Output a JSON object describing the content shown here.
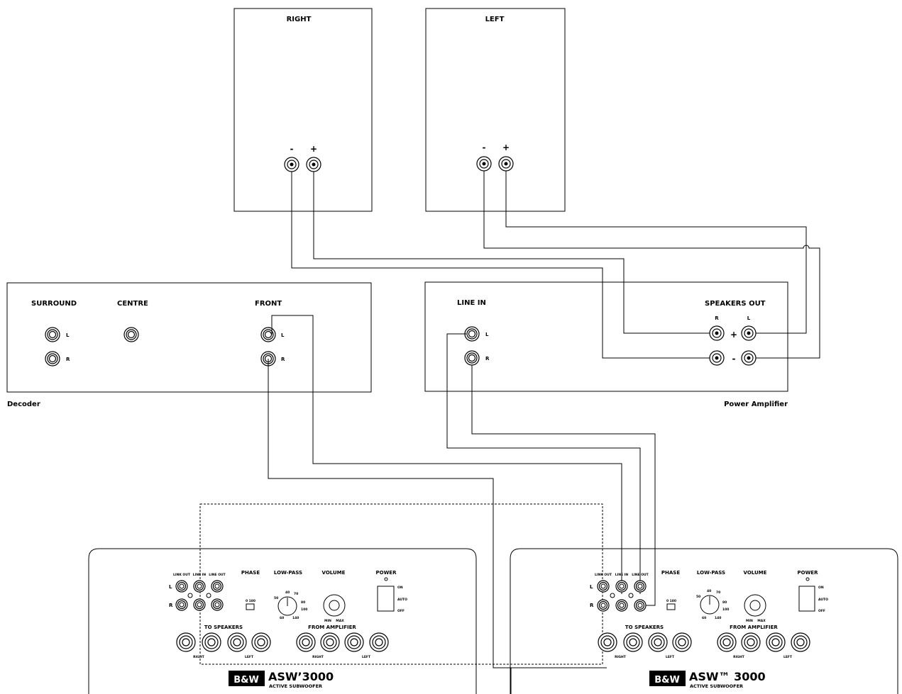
{
  "speakers": {
    "right_title": "RIGHT",
    "left_title": "LEFT",
    "minus": "-",
    "plus": "+"
  },
  "decoder": {
    "name": "Decoder",
    "surround": "SURROUND",
    "centre": "CENTRE",
    "front": "FRONT",
    "l": "L",
    "r": "R"
  },
  "amplifier": {
    "name": "Power Amplifier",
    "line_in": "LINE IN",
    "speakers_out": "SPEAKERS OUT",
    "l": "L",
    "r": "R",
    "plus": "+",
    "minus": "-"
  },
  "subwoofer_left": {
    "link_out": "LINK OUT",
    "line_in": "LINE IN",
    "link_out2": "LINE OUT",
    "l": "L",
    "r": "R",
    "phase": "PHASE",
    "phase_scale": "0  180",
    "low_pass": "LOW-PASS",
    "low_pass_ticks": [
      "40",
      "70",
      "50",
      "80",
      "100",
      "60",
      "140"
    ],
    "volume": "VOLUME",
    "min": "MIN",
    "max": "MAX",
    "power": "POWER",
    "on": "ON",
    "auto": "AUTO",
    "off": "OFF",
    "to_speakers": "TO SPEAKERS",
    "from_amplifier": "FROM AMPLIFIER",
    "right": "RIGHT",
    "left": "LEFT",
    "logo": "B&W",
    "model": "ASW’3000",
    "subtitle": "ACTIVE SUBWOOFER"
  },
  "subwoofer_right": {
    "link_out": "LINK OUT",
    "line_in": "LINE IN",
    "link_out2": "LINE OUT",
    "l": "L",
    "r": "R",
    "phase": "PHASE",
    "phase_scale": "0  180",
    "low_pass": "LOW-PASS",
    "low_pass_ticks": [
      "40",
      "70",
      "50",
      "80",
      "100",
      "60",
      "140"
    ],
    "volume": "VOLUME",
    "min": "MIN",
    "max": "MAX",
    "power": "POWER",
    "on": "ON",
    "auto": "AUTO",
    "off": "OFF",
    "to_speakers": "TO SPEAKERS",
    "from_amplifier": "FROM AMPLIFIER",
    "right": "RIGHT",
    "left": "LEFT",
    "logo": "B&W",
    "model": "ASW™ 3000",
    "subtitle": "ACTIVE SUBWOOFER"
  }
}
